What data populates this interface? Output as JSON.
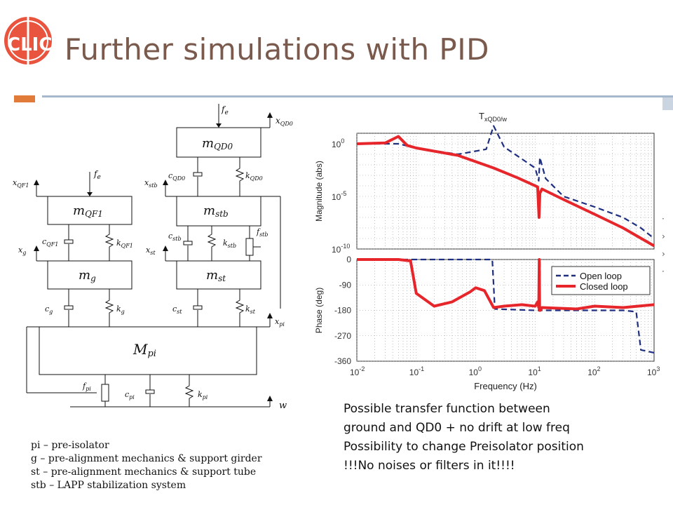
{
  "slide": {
    "title": "Further simulations with PID",
    "logo_text": "CLIC"
  },
  "schematic": {
    "masses": [
      "m_QD0",
      "m_QF1",
      "m_stb",
      "m_g",
      "m_st",
      "M_pi"
    ],
    "labels": {
      "fe": "f_e",
      "x_QD0": "x_QD0",
      "x_QF1": "x_QF1",
      "x_stb": "x_stb",
      "x_g": "x_g",
      "x_st": "x_st",
      "x_pi": "x_pi",
      "w": "w",
      "c_QD0": "c_QD0",
      "k_QD0": "k_QD0",
      "c_QF1": "c_QF1",
      "k_QF1": "k_QF1",
      "c_stb": "c_stb",
      "k_stb": "k_stb",
      "f_stb": "f_stb",
      "c_g": "c_g",
      "k_g": "k_g",
      "c_st": "c_st",
      "k_st": "k_st",
      "f_pi": "f_pi",
      "c_pi": "c_pi",
      "k_pi": "k_pi"
    },
    "legend": [
      "pi – pre-isolator",
      "g – pre-alignment mechanics & support girder",
      "st – pre-alignment mechanics & support tube",
      "stb – LAPP stabilization system"
    ]
  },
  "chart_data": {
    "type": "line",
    "title": "T_xQD0/w",
    "xlabel": "Frequency  (Hz)",
    "x_scale": "log",
    "xlim": [
      0.01,
      1000
    ],
    "x_ticks": [
      "10^-2",
      "10^-1",
      "10^0",
      "10^1",
      "10^2",
      "10^3"
    ],
    "panels": [
      {
        "name": "magnitude",
        "ylabel": "Magnitude (abs)",
        "y_scale": "log",
        "ylim": [
          1e-10,
          10
        ],
        "y_ticks": [
          "10^0",
          "10^-5",
          "10^-10"
        ],
        "series": [
          {
            "name": "Open loop",
            "style": "dashed",
            "color": "#1f2f80",
            "x": [
              0.01,
              0.05,
              0.1,
              0.5,
              1.5,
              2.0,
              3,
              10,
              11.5,
              12,
              15,
              30,
              100,
              300,
              600,
              1000
            ],
            "y": [
              1,
              1,
              0.4,
              0.1,
              0.3,
              50,
              0.5,
              0.005,
              0.0003,
              0.05,
              0.0005,
              1e-05,
              1e-06,
              1e-07,
              1e-08,
              1e-09
            ]
          },
          {
            "name": "Closed loop",
            "style": "solid",
            "color": "#e6262b",
            "x": [
              0.01,
              0.03,
              0.05,
              0.07,
              0.1,
              0.5,
              1,
              2,
              5,
              11,
              11.6,
              12,
              13,
              30,
              100,
              300,
              1000
            ],
            "y": [
              1,
              1.2,
              5,
              0.7,
              0.4,
              0.08,
              0.02,
              0.005,
              0.0006,
              8e-05,
              1e-07,
              2e-05,
              5e-05,
              5e-06,
              2e-07,
              1e-08,
              2e-10
            ]
          }
        ]
      },
      {
        "name": "phase",
        "ylabel": "Phase (deg)",
        "ylim": [
          -360,
          0
        ],
        "y_ticks": [
          0,
          -90,
          -180,
          -270,
          -360
        ],
        "series": [
          {
            "name": "Open loop",
            "style": "dashed",
            "color": "#1f2f80",
            "x": [
              0.01,
              1.9,
              2.0,
              2.1,
              10,
              11.5,
              11.6,
              12,
              12.1,
              300,
              500,
              600,
              1000
            ],
            "y": [
              0,
              0,
              -90,
              -175,
              -180,
              -180,
              0,
              0,
              -180,
              -180,
              -185,
              -320,
              -330
            ]
          },
          {
            "name": "Closed loop",
            "style": "solid",
            "color": "#e6262b",
            "x": [
              0.01,
              0.05,
              0.08,
              0.1,
              0.2,
              0.4,
              0.8,
              1,
              1.4,
              2,
              3,
              6,
              10,
              11,
              11.5,
              11.7,
              11.9,
              12.2,
              13,
              50,
              100,
              300,
              1000
            ],
            "y": [
              0,
              0,
              -5,
              -120,
              -165,
              -150,
              -115,
              -100,
              -110,
              -170,
              -165,
              -160,
              -165,
              -150,
              -170,
              0,
              -180,
              -180,
              -170,
              -175,
              -165,
              -170,
              -160
            ]
          }
        ]
      }
    ],
    "legend": {
      "position": "right",
      "entries": [
        "Open loop",
        "Closed loop"
      ]
    },
    "grid": true
  },
  "notes": [
    "Possible transfer function between",
    "ground and QD0 + no drift at low freq",
    "Possibility to change Preisolator position",
    "!!!No noises or filters in it!!!!"
  ]
}
